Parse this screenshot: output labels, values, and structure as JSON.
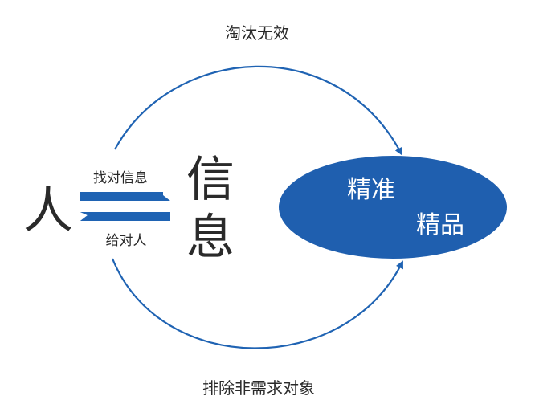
{
  "labels": {
    "top_arc": "淘汰无效",
    "bottom_arc": "排除非需求对象",
    "person": "人",
    "info_line1": "信",
    "info_line2": "息",
    "arrow_right": "找对信息",
    "arrow_left": "给对人",
    "ellipse_line1": "精准",
    "ellipse_line2": "精品"
  },
  "colors": {
    "blue": "#1F63B3",
    "ellipse": "#1F5FAF",
    "text_dark": "#2a2a2a",
    "text_light": "#ffffff"
  }
}
